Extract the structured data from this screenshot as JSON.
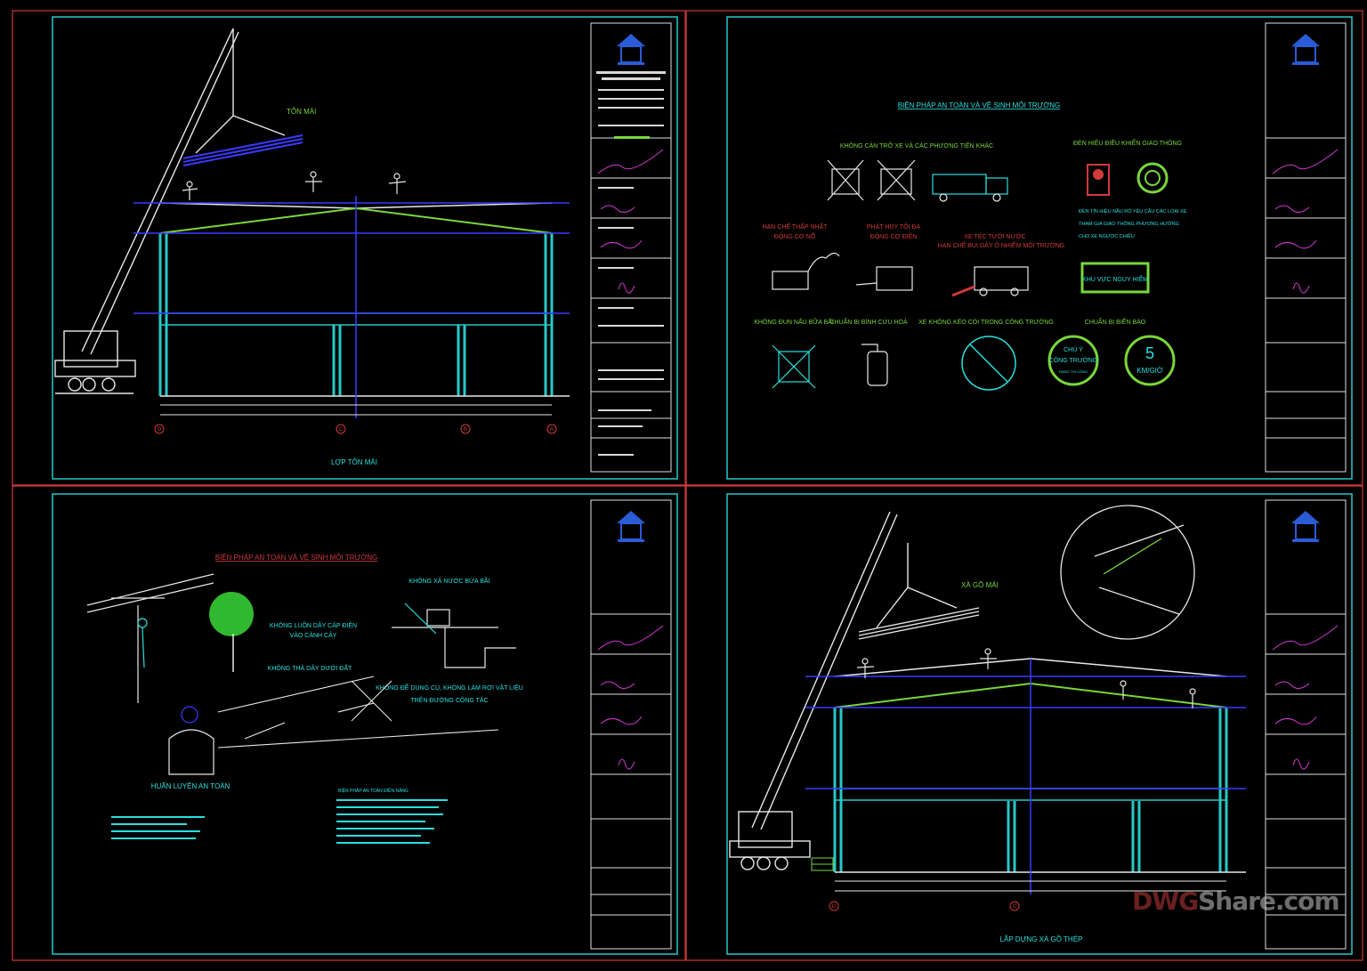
{
  "watermark": {
    "part1": "DWG",
    "part2": "Share",
    "part3": ".com"
  },
  "colors": {
    "border": "#d23a3a",
    "frame": "#28c8c8",
    "line": "#e8e8e8",
    "blue": "#3a3aff",
    "green": "#7ad63a",
    "cyan": "#28e0e0",
    "magenta": "#d23ad2"
  },
  "sheets": [
    {
      "id": "s1",
      "caption": "LỢP TÔN MÁI",
      "callout": "TÔN MÁI",
      "axes": [
        "D",
        "C",
        "B",
        "A"
      ]
    },
    {
      "id": "s2",
      "title": "BIỆN PHÁP AN TOÀN VÀ VỆ SINH MÔI TRƯỜNG",
      "labels": {
        "no_block": "KHÔNG CẢN TRỞ XE VÀ CÁC PHƯƠNG TIỆN KHÁC",
        "signal": "ĐÈN HIỆU ĐIỀU KHIỂN GIAO THÔNG",
        "signal_note1": "ĐÈN TÍN HIỆU NẦU RỔ YÊU CẦU CÁC LOẠI XE",
        "signal_note2": "THAM GIA GIAO THÔNG PHƯƠNG HƯỚNG",
        "signal_note3": "CHO XE NGƯỢC CHIỀU",
        "limit_engine1": "HẠN CHẾ THẤP NHẤT",
        "limit_engine2": "ĐỘNG CƠ NỔ",
        "max_power1": "PHÁT HUY TỐI ĐA",
        "max_power2": "ĐỘNG CƠ ĐIỆN",
        "water1": "XE TÉC TƯỚI NƯỚC",
        "water2": "HẠN CHẾ BỤI GÂY Ô NHIỄM MÔI TRƯỜNG",
        "danger_zone": "KHU VỰC NGUY HIỂM",
        "no_cook": "KHÔNG ĐUN NẤU BỮA BÃI",
        "extinguisher": "CHUẨN BỊ BÌNH CỨU HOẢ",
        "no_horn": "XE KHÔNG KÉO CÒI TRONG CÔNG TRƯỜNG",
        "sign_board": "CHUẨN BỊ BIỂN BÁO",
        "caution1": "CHÚ Ý",
        "caution2": "CÔNG TRƯỜNG",
        "caution3": "ĐANG THI CÔNG",
        "speed_num": "5",
        "speed_unit": "KM/GIỜ"
      }
    },
    {
      "id": "s3",
      "title": "BIỆN PHÁP AN TOÀN VÀ VỆ SINH MÔI TRƯỜNG",
      "labels": {
        "no_water": "KHÔNG XẢ NƯỚC BỪA BÃI",
        "cable1": "KHÔNG LUỒN DÂY CÁP ĐIỆN",
        "cable2": "VÀO CÀNH CÂY",
        "ground": "KHÔNG THẢ DÂY DƯỚI ĐẤT",
        "tools1": "KHÔNG ĐỂ DỤNG CỤ, KHÔNG LÀM RƠI VẬT LIỆU",
        "tools2": "TRÊN ĐƯỜNG CÔNG TÁC",
        "training": "HUẤN LUYỆN AN TOÀN",
        "notes_title": "BIỆN PHÁP AN TOÀN ĐIỆN NĂNG"
      }
    },
    {
      "id": "s4",
      "caption": "LẮP DỰNG XÀ GỒ THÉP",
      "callout": "XÀ GỒ MÁI",
      "axes": [
        "D",
        "C"
      ]
    }
  ]
}
